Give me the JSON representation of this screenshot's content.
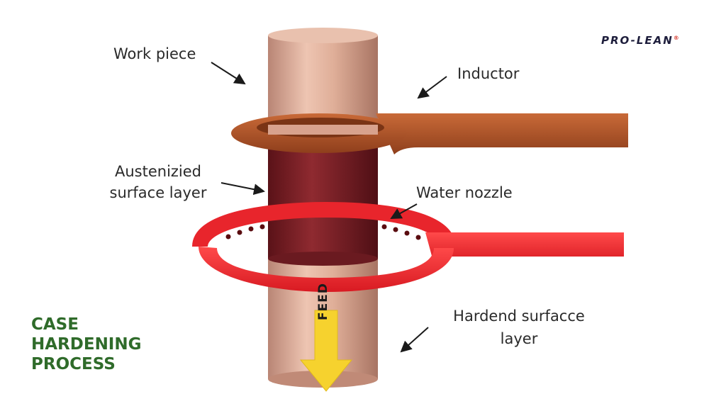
{
  "labels": {
    "work_piece": "Work piece",
    "inductor": "Inductor",
    "austenized_1": "Austenizied",
    "austenized_2": "surface layer",
    "water_nozzle": "Water nozzle",
    "hardened_1": "Hardend  surfacce",
    "hardened_2": "layer",
    "feed": "FEED"
  },
  "title": {
    "line1": "CASE",
    "line2": "HARDENING",
    "line3": "PROCESS"
  },
  "logo": {
    "text": "PRO-LEAN",
    "mark": "®"
  },
  "colors": {
    "workpiece": "#d9a58f",
    "inductor": "#b8582a",
    "austenized": "#7a1f26",
    "nozzle": "#e8252c",
    "feed_arrow": "#f6d22e",
    "title": "#2f6b2a"
  }
}
